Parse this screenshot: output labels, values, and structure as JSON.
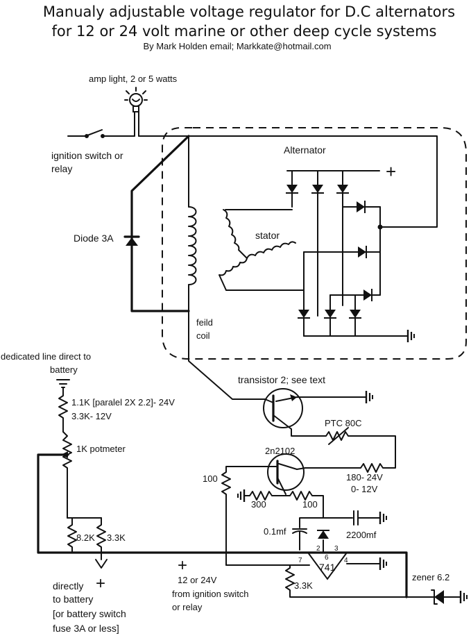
{
  "title": {
    "line1": "Manualy adjustable voltage regulator for D.C alternators",
    "line2": "for 12 or 24 volt marine or other deep cycle systems",
    "author": "By Mark Holden email; Markkate@hotmail.com"
  },
  "labels": {
    "amp_light": "amp light, 2 or 5 watts",
    "ignition_line1": "ignition switch or",
    "ignition_line2": "relay",
    "alternator": "Alternator",
    "plus_top": "+",
    "stator": "stator",
    "diode": "Diode 3A",
    "field_line1": "feild",
    "field_line2": "coil",
    "dedicated_line1": "dedicated line direct to",
    "dedicated_line2": "battery",
    "res_24v": "1.1K [paralel 2X 2.2]-  24V",
    "res_12v": "3.3K- 12V",
    "potmeter": "1K potmeter",
    "transistor2": "transistor 2; see text",
    "ptc": "PTC 80C",
    "t1": "2n2102",
    "r100_left": "100",
    "r180_24v": "180- 24V",
    "r0_12v": "0- 12V",
    "r300": "300",
    "r100_mid": "100",
    "c01": "0.1mf",
    "c2200": "2200mf",
    "r82k": "8.2K",
    "r33k_a": "3.3K",
    "opamp": "741",
    "pin2": "2",
    "pin3": "3",
    "pin4": "4",
    "pin6": "6",
    "pin7": "7",
    "r33k_b": "3.3K",
    "zener": "zener 6.2",
    "plus_ign": "+",
    "ign_line1": "12 or 24V",
    "ign_line2": "from ignition switch",
    "ign_line3": "or relay",
    "plus_batt": "+",
    "batt_line1": "directly",
    "batt_line2": "to battery",
    "batt_line3": "[or battery switch",
    "batt_line4": "fuse 3A or less]"
  }
}
